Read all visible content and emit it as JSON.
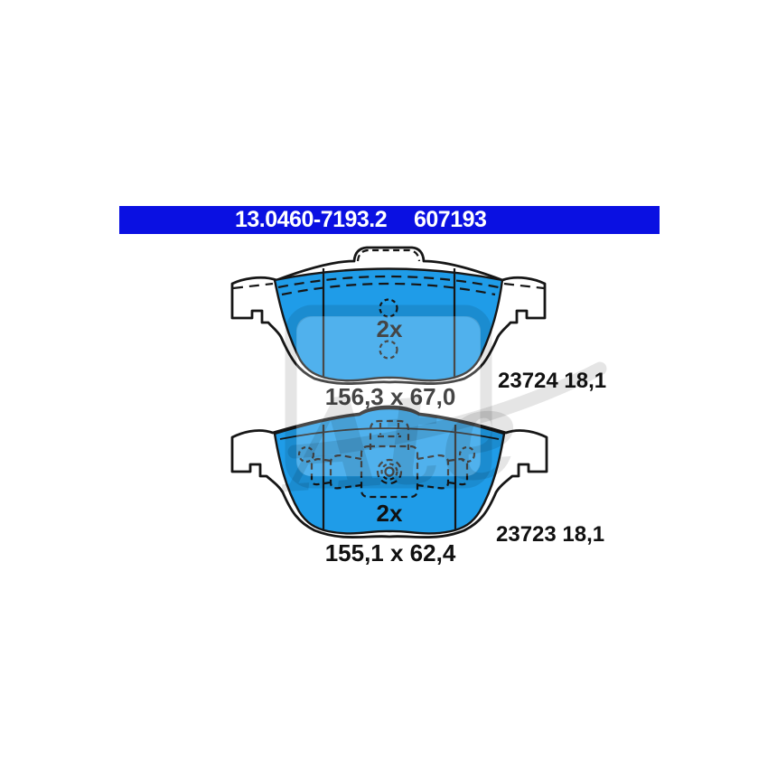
{
  "header": {
    "part_number": "13.0460-7193.2",
    "ref_number": "607193"
  },
  "drawings": [
    {
      "name": "brake-pad-front-view",
      "quantity_label": "2x",
      "dimensions_label": "156,3 x 67,0",
      "wva_label": "23724 18,1"
    },
    {
      "name": "brake-pad-back-view-with-piston-clip",
      "quantity_label": "2x",
      "dimensions_label": "155,1 x 62,4",
      "wva_label": "23723 18,1"
    }
  ],
  "watermark": {
    "text": "Ate"
  },
  "colors": {
    "header_bg": "#0a10e2",
    "pad_blue": "#1f9ce8",
    "line": "#161616",
    "text": "#111111"
  }
}
